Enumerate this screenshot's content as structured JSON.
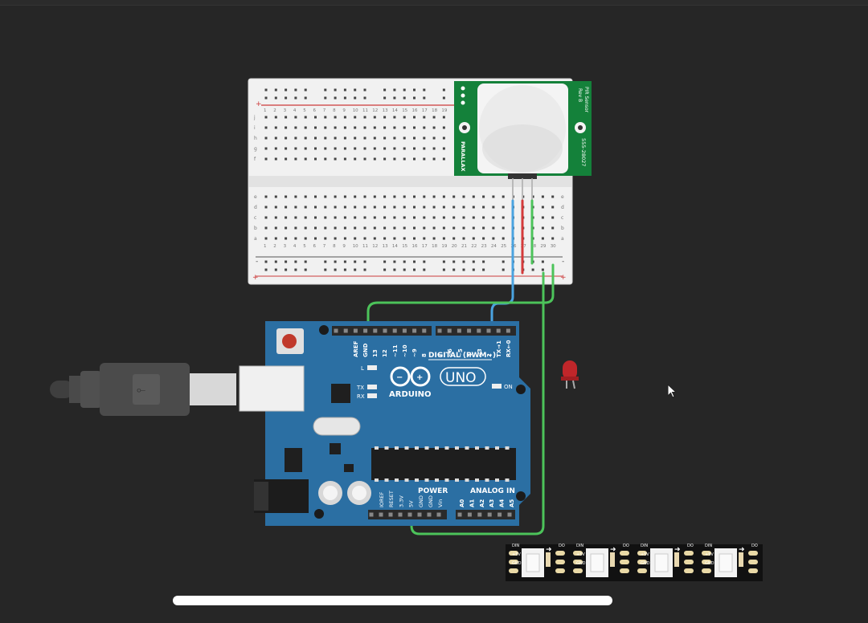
{
  "breadboard": {
    "rows_top": [
      "j",
      "i",
      "h",
      "g",
      "f"
    ],
    "rows_bottom": [
      "e",
      "d",
      "c",
      "b",
      "a"
    ],
    "columns": [
      "1",
      "2",
      "3",
      "4",
      "5",
      "6",
      "7",
      "8",
      "9",
      "10",
      "11",
      "12",
      "13",
      "14",
      "15",
      "16",
      "17",
      "18",
      "19",
      "20",
      "21",
      "22",
      "23",
      "24",
      "25",
      "26",
      "27",
      "28",
      "29",
      "30"
    ],
    "plus": "+",
    "minus": "-"
  },
  "pir": {
    "brand": "PARALLAX",
    "title": "PIR Sensor",
    "rev": "Rev B",
    "part": "555-28027"
  },
  "arduino": {
    "logo": "ARDUINO",
    "model": "UNO",
    "digital_label": "DIGITAL (PWM~)",
    "power_label": "POWER",
    "analog_label": "ANALOG IN",
    "led_l": "L",
    "led_tx": "TX",
    "led_rx": "RX",
    "led_on": "ON",
    "digital_pins": [
      "AREF",
      "GND",
      "13",
      "12",
      "~11",
      "~10",
      "~9",
      "8",
      "7",
      "~6",
      "~5",
      "4",
      "~3",
      "2",
      "TX→1",
      "RX←0"
    ],
    "power_pins": [
      "IOREF",
      "RESET",
      "3.3V",
      "5V",
      "GND",
      "GND",
      "Vin"
    ],
    "analog_pins": [
      "A0",
      "A1",
      "A2",
      "A3",
      "A4",
      "A5"
    ]
  },
  "led_strip": {
    "pixel_count": 4,
    "pad_labels": [
      "DIN",
      "+5V",
      "GND",
      "DO"
    ]
  },
  "colors": {
    "background": "#262626",
    "arduino_blue": "#2b6fa3",
    "pir_green": "#14813a",
    "wire_green": "#4cc35a",
    "wire_blue": "#4aa3e0",
    "wire_red": "#d43a3a",
    "led_red": "#c0262a"
  }
}
